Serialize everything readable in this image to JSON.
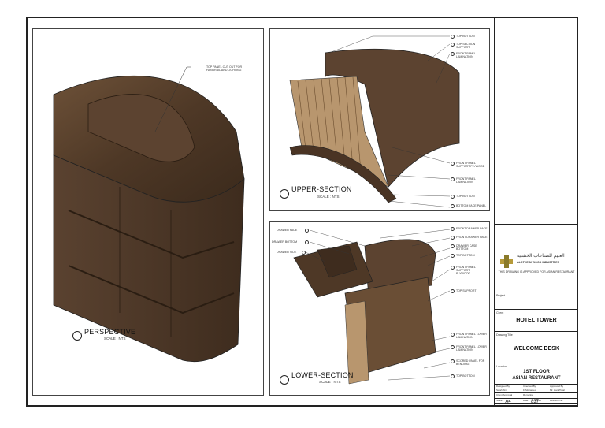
{
  "views": {
    "perspective": {
      "title": "PERSPECTIVE",
      "scale": "SCALE : NTS",
      "note": "TOP PANEL CUT OUT FOR HANDRAIL AND LIGHTING"
    },
    "upper": {
      "title": "UPPER-SECTION",
      "scale": "SCALE : NTS"
    },
    "lower": {
      "title": "LOWER-SECTION",
      "scale": "SCALE : NTS"
    }
  },
  "upper_callouts": [
    "TOP BOTTOM",
    "TOP SECTION SUPPORT",
    "FRONT PANEL LAMINATION",
    "FRONT PANEL SUPPORT PLYWOOD",
    "FRONT PANEL LAMINATION",
    "TOP BOTTOM",
    "BOTTOM FACE PANEL"
  ],
  "lower_left_callouts": [
    "DRAWER FACE",
    "DRAWER BOTTOM",
    "DRAWER SIDE"
  ],
  "lower_right_callouts": [
    "FRONT DRAWER FACE",
    "FRONT DRAWER FACE",
    "DRAWER CASE BOTTOM",
    "TOP BOTTOM",
    "FRONT PANEL SUPPORT PLYWOOD",
    "TOP SUPPORT",
    "FRONT PANEL LOWER LAMINATION",
    "FRONT PANEL LOWER LAMINATION",
    "SCORED PANEL FOR BENDING",
    "TOP BOTTOM"
  ],
  "company": {
    "name_ar": "العثيم للصناعات الخشبية",
    "name_en": "ALOTHEIM WOOD INDUSTRIES",
    "note": "THIS DRAWING IS APPROVED FOR ASIAN RESTAURANT"
  },
  "title_block": {
    "project_label": "Project",
    "client_label": "Client",
    "client": "HOTEL TOWER",
    "drawing_title_label": "Drawing Title",
    "drawing_title": "WELCOME DESK",
    "location_label": "Location",
    "location_line1": "1ST FLOOR",
    "location_line2": "ASIAN RESTAURANT",
    "designed_by_label": "Designed By",
    "designed_by": "Salah Alm",
    "checked_by_label": "Checked By",
    "checked_by": "F. Mohamed",
    "approved_by_label": "Approved By",
    "approved_by": "Mr. Hani Tiwal",
    "client_approval_label": "Client Approval",
    "remarks_label": "Remarks",
    "scale_label": "Scale",
    "scale": "NTS",
    "date_label": "Date",
    "date": "5 - 2016",
    "revision_label": "Revision No.",
    "paper_size_label": "Paper Size",
    "paper_size": "A4",
    "job_no_label": "Job / Proj. No.",
    "job_no": "837",
    "sheet_no_label": "Sheet No."
  }
}
